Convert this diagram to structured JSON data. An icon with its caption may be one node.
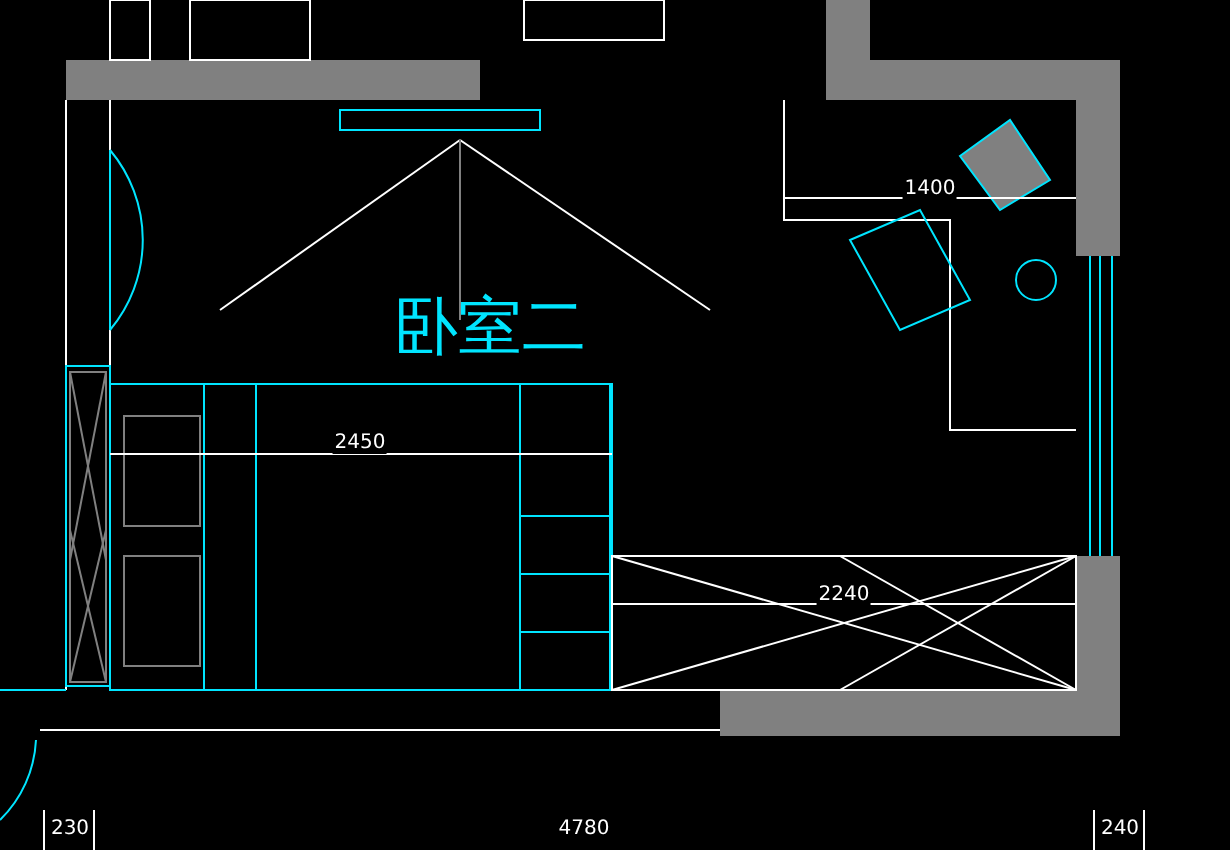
{
  "diagram": {
    "labels": [
      "卧室二",
      "1400",
      "2450",
      "2240",
      "230",
      "4780",
      "240"
    ]
  }
}
